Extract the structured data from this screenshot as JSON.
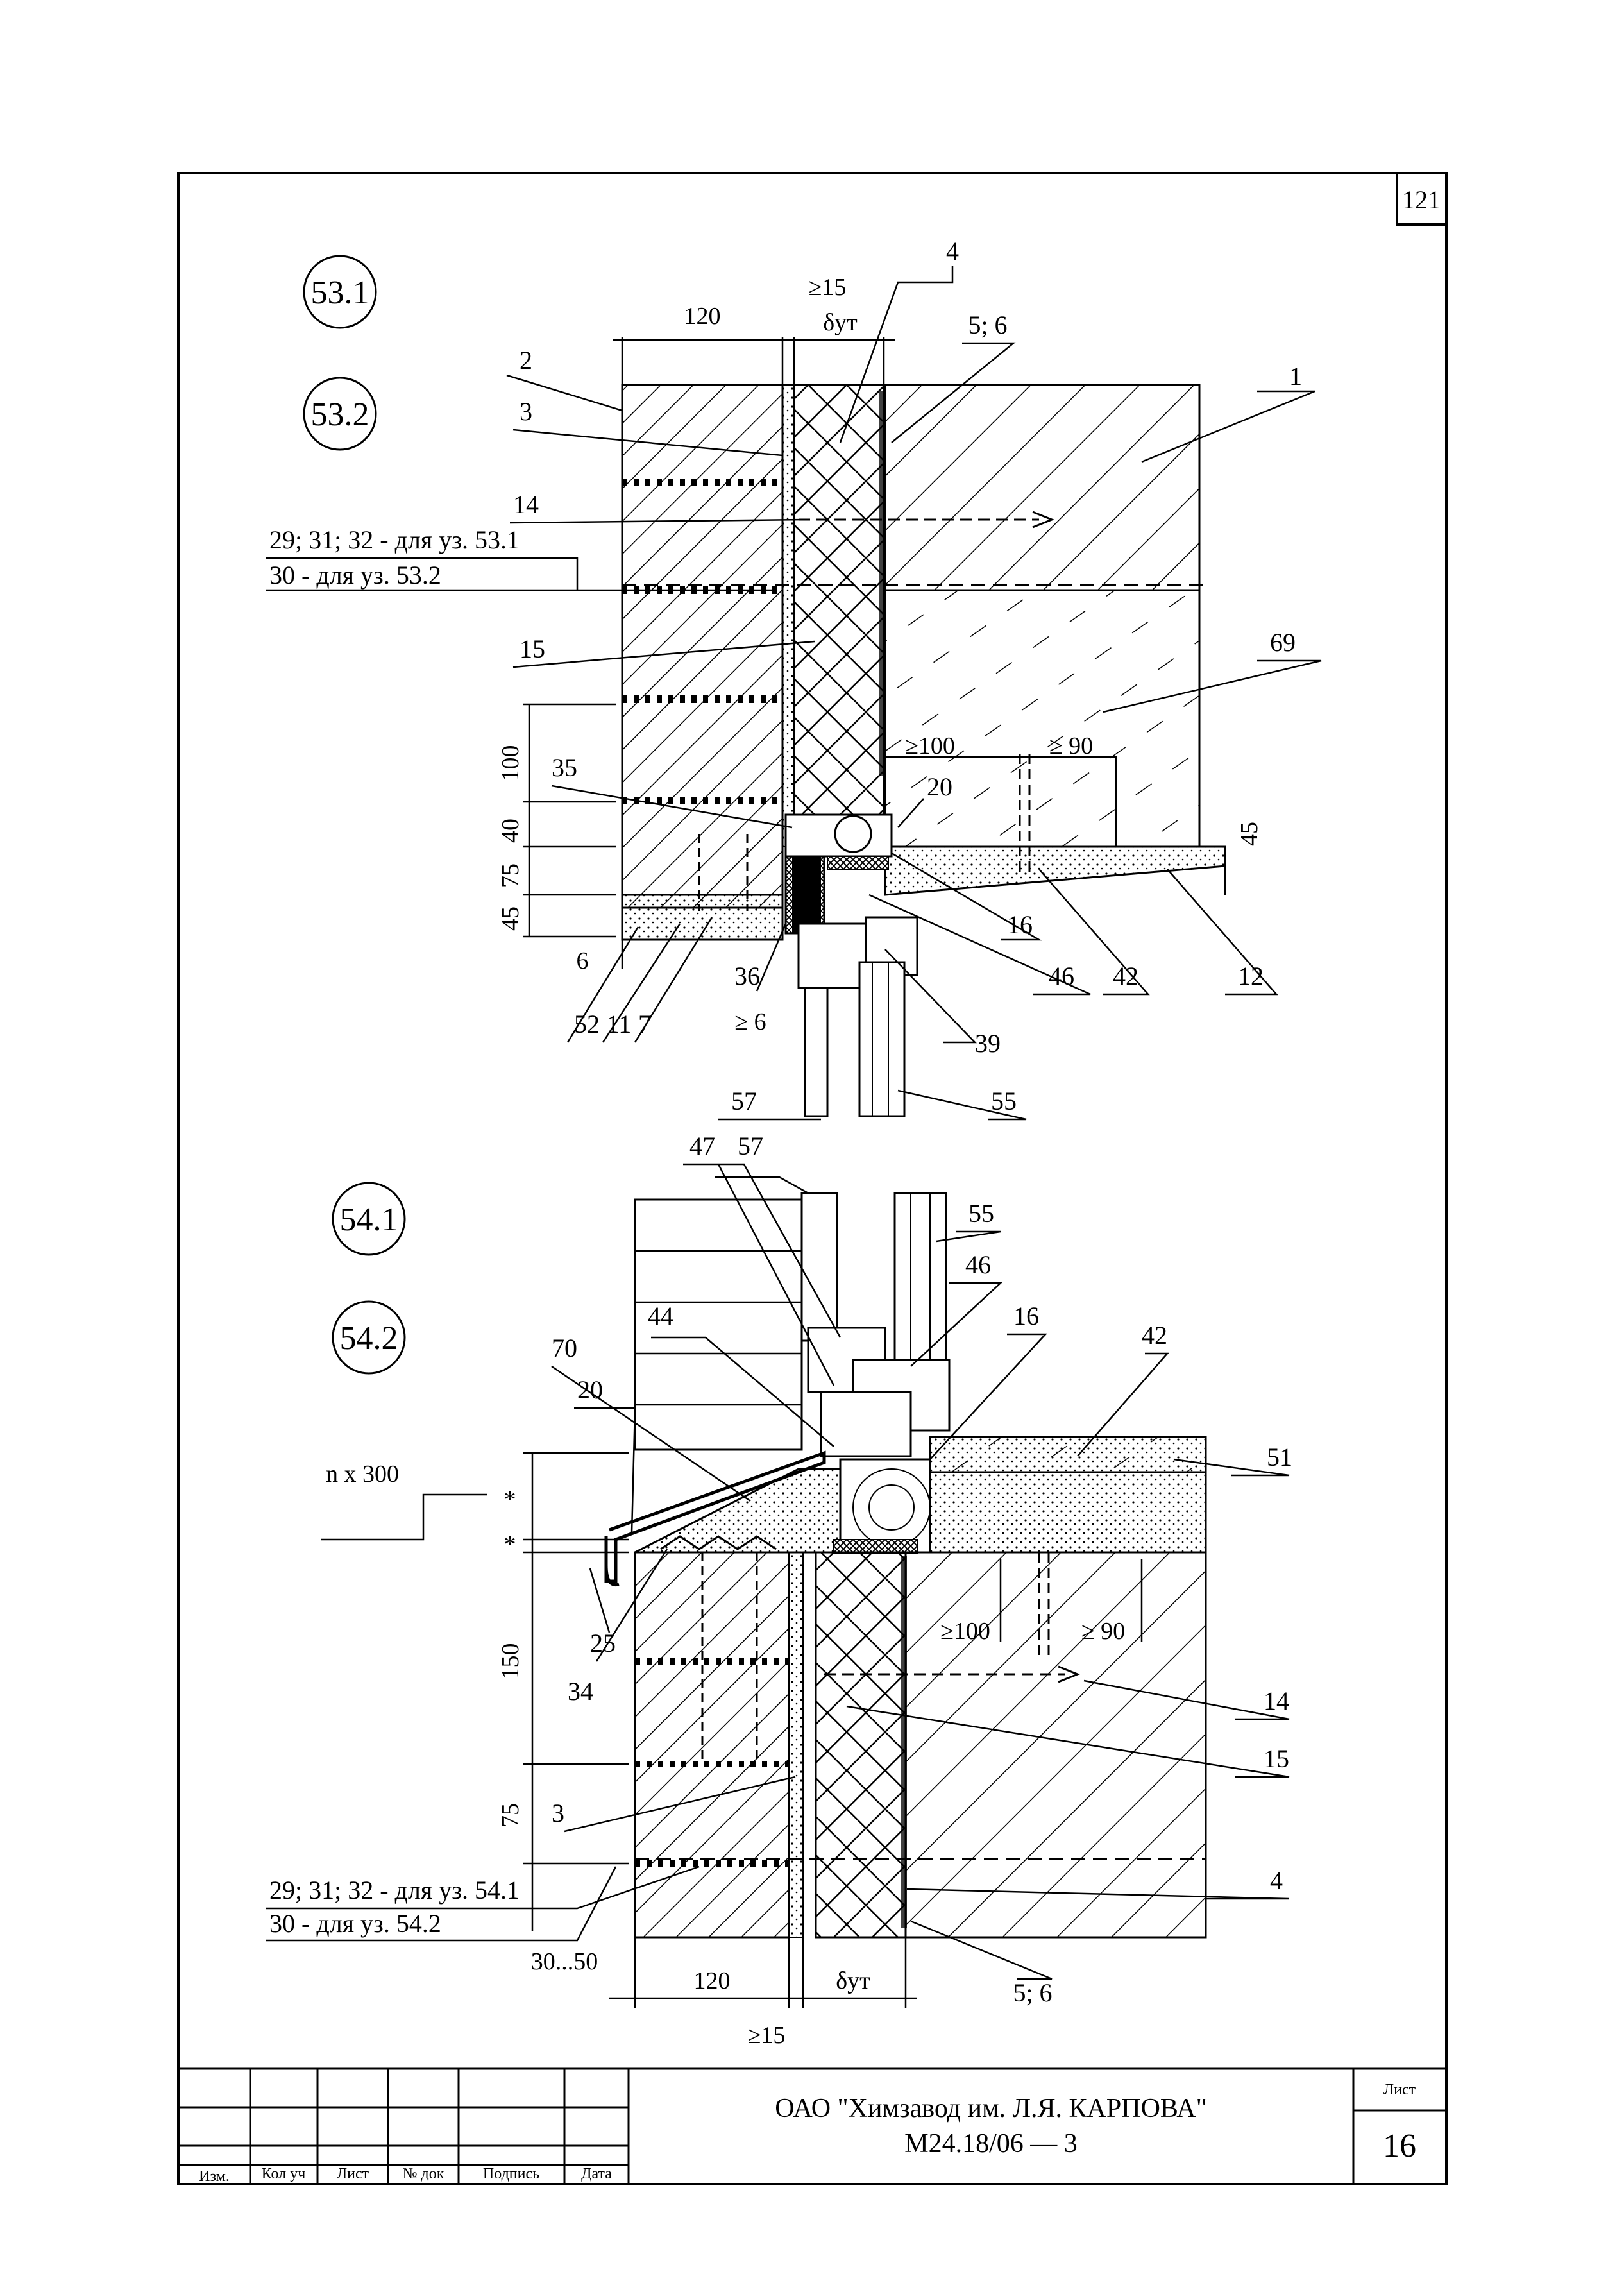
{
  "sheet_number_corner": "121",
  "nodes": {
    "n53_1": "53.1",
    "n53_2": "53.2",
    "n54_1": "54.1",
    "n54_2": "54.2"
  },
  "top": {
    "dims": {
      "d120": "120",
      "d_ge15": "≥15",
      "d_delta": "δут",
      "d100": "100",
      "d75": "75",
      "d40": "40",
      "d45l": "45",
      "d6": "6",
      "d_ge6": "≥ 6",
      "d_ge100": "≥100",
      "d_ge90": "≥ 90",
      "d45r": "45"
    },
    "labels": {
      "l4": "4",
      "l5_6": "5; 6",
      "l2": "2",
      "l1": "1",
      "l3": "3",
      "l14": "14",
      "note_a": "29; 31; 32 - для уз. 53.1",
      "note_b": "30 - для уз. 53.2",
      "l15": "15",
      "l69": "69",
      "l35": "35",
      "l20": "20",
      "l16": "16",
      "l46": "46",
      "l42": "42",
      "l12": "12",
      "l52": "52",
      "l11": "11",
      "l7": "7",
      "l36": "36",
      "l39": "39",
      "l57": "57",
      "l55": "55"
    }
  },
  "bottom": {
    "dims": {
      "n300": "n x 300",
      "star1": "*",
      "star2": "*",
      "d150": "150",
      "d75": "75",
      "d30_50": "30...50",
      "d120": "120",
      "d_delta": "δут",
      "d_ge15": "≥15",
      "d_ge100": "≥100",
      "d_ge90": "≥ 90"
    },
    "labels": {
      "l47": "47",
      "l57": "57",
      "l55": "55",
      "l46": "46",
      "l44": "44",
      "l16": "16",
      "l70": "70",
      "l42": "42",
      "l20": "20",
      "l51": "51",
      "l25": "25",
      "l34": "34",
      "l14": "14",
      "l15": "15",
      "l3": "3",
      "note_a": "29; 31; 32 - для уз. 54.1",
      "note_b": "30 - для уз. 54.2",
      "l4": "4",
      "l5_6": "5; 6"
    }
  },
  "stamp": {
    "company": "ОАО \"Химзавод им. Л.Я. КАРПОВА\"",
    "doc_code": "М24.18/06 — 3",
    "sheet_label": "Лист",
    "sheet_value": "16",
    "cols": [
      "Изм.",
      "Кол уч",
      "Лист",
      "№ док",
      "Подпись",
      "Дата"
    ]
  }
}
